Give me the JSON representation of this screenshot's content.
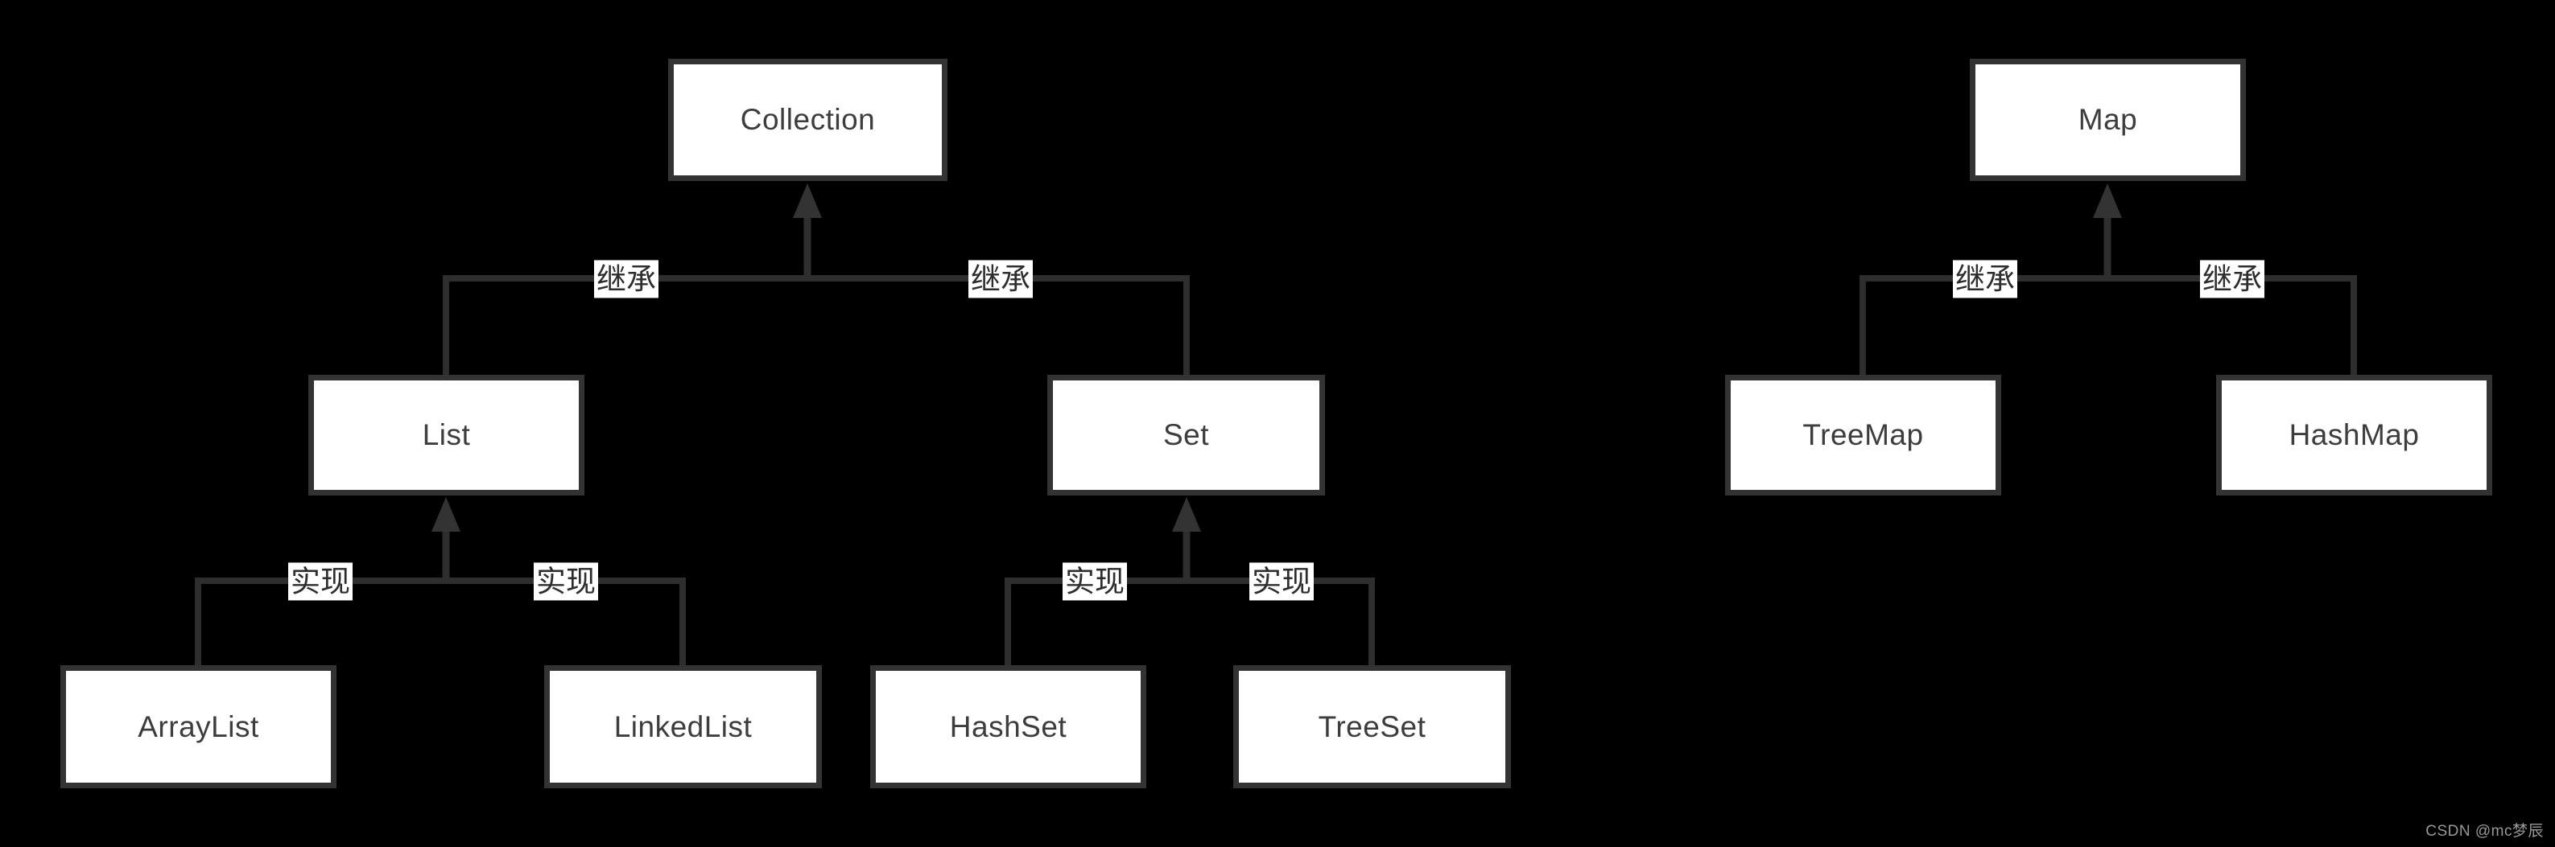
{
  "diagram": {
    "title_implicit": "Java collection framework hierarchy",
    "nodes": [
      {
        "id": "collection",
        "label": "Collection"
      },
      {
        "id": "list",
        "label": "List"
      },
      {
        "id": "set",
        "label": "Set"
      },
      {
        "id": "arraylist",
        "label": "ArrayList"
      },
      {
        "id": "linkedlist",
        "label": "LinkedList"
      },
      {
        "id": "hashset",
        "label": "HashSet"
      },
      {
        "id": "treeset",
        "label": "TreeSet"
      },
      {
        "id": "map",
        "label": "Map"
      },
      {
        "id": "treemap",
        "label": "TreeMap"
      },
      {
        "id": "hashmap",
        "label": "HashMap"
      }
    ],
    "edges": [
      {
        "from": "List",
        "to": "Collection",
        "label": "继承"
      },
      {
        "from": "Set",
        "to": "Collection",
        "label": "继承"
      },
      {
        "from": "ArrayList",
        "to": "List",
        "label": "实现"
      },
      {
        "from": "LinkedList",
        "to": "List",
        "label": "实现"
      },
      {
        "from": "HashSet",
        "to": "Set",
        "label": "实现"
      },
      {
        "from": "TreeSet",
        "to": "Set",
        "label": "实现"
      },
      {
        "from": "TreeMap",
        "to": "Map",
        "label": "继承"
      },
      {
        "from": "HashMap",
        "to": "Map",
        "label": "继承"
      }
    ],
    "colors": {
      "background": "#000000",
      "line": "#2e2e2e",
      "box_border": "#333333",
      "box_fill": "#ffffff",
      "box_text": "#3d3d3d",
      "edge_label_bg": "#ffffff",
      "edge_label_text": "#2d2d2d"
    }
  },
  "watermark": {
    "text": "CSDN @mc梦辰"
  }
}
